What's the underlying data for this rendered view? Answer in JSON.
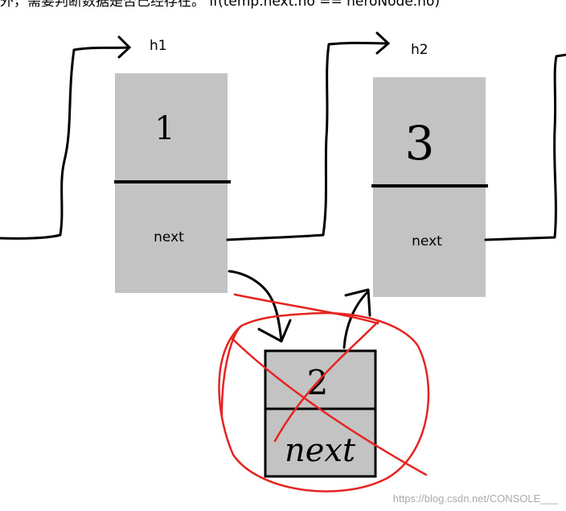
{
  "header_text": "外，需要判断数据是否已经存在。 if(temp.next.no == heroNode.no)",
  "nodes": [
    {
      "head_label": "h1",
      "value": "1",
      "next_label": "next"
    },
    {
      "head_label": "h2",
      "value": "3",
      "next_label": "next"
    },
    {
      "value": "2",
      "next_label": "next"
    }
  ],
  "watermark": "https://blog.csdn.net/CONSOLE___",
  "colors": {
    "node_fill": "#c3c3c3",
    "ink": "#000000",
    "cross_out": "#e52421"
  }
}
